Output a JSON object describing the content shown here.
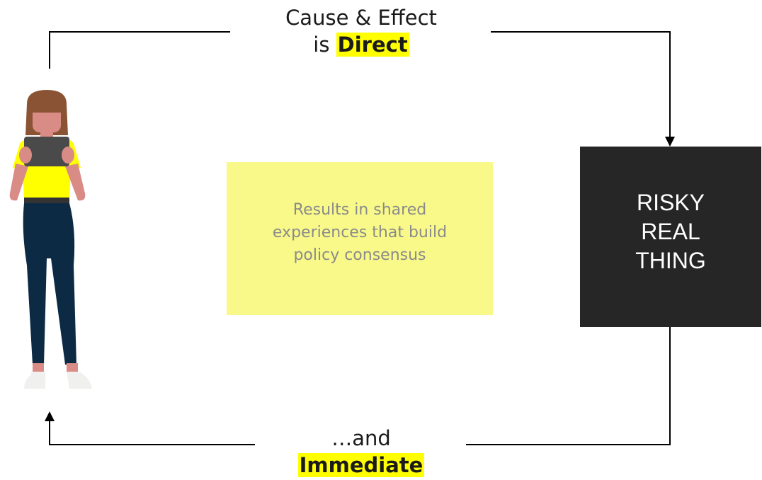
{
  "diagram": {
    "top_label": {
      "line1": "Cause & Effect",
      "line2_prefix": "is ",
      "line2_highlight": "Direct"
    },
    "bottom_label": {
      "line1": "…and",
      "line2_highlight": "Immediate"
    },
    "center_note": "Results in shared experiences that build policy consensus",
    "risk_box": {
      "line1": "RISKY",
      "line2": "REAL",
      "line3": "THING"
    },
    "colors": {
      "highlight": "#ffff00",
      "note_background": "#f9f98a",
      "risk_background": "#262626",
      "connector": "#000000",
      "person_shirt": "#ffff00",
      "person_pants": "#0d2a45",
      "person_hair": "#8a5434",
      "person_skin": "#d98c85",
      "person_tablet": "#4a4a4a"
    },
    "icons": [
      "person-illustration",
      "arrow-down-icon",
      "arrow-up-icon"
    ]
  }
}
